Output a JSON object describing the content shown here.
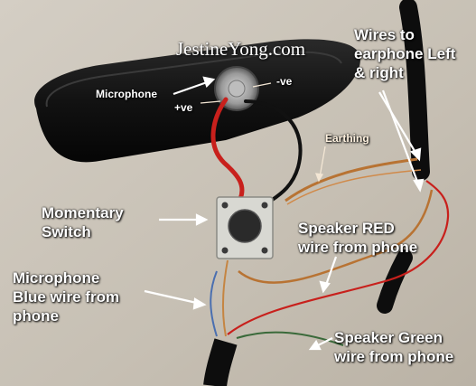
{
  "watermark": "JestineYong.com",
  "labels": {
    "microphone": "Microphone",
    "plus_ve": "+ve",
    "minus_ve": "-ve",
    "wires_line1": "Wires to",
    "wires_line2": "earphone  Left",
    "wires_line3": "& right",
    "earthing": "Earthing",
    "momentary_line1": "Momentary",
    "momentary_line2": "Switch",
    "speaker_red_line1": "Speaker RED",
    "speaker_red_line2": "wire from phone",
    "mic_blue_line1": "Microphone",
    "mic_blue_line2": "Blue wire from",
    "mic_blue_line3": "phone",
    "speaker_green_line1": "Speaker Green",
    "speaker_green_line2": "wire from phone"
  },
  "colors": {
    "background": "#c9c2b6",
    "housing": "#141414",
    "red_wire": "#c8201c",
    "copper_wire": "#b87333",
    "label_text": "#ffffff"
  }
}
